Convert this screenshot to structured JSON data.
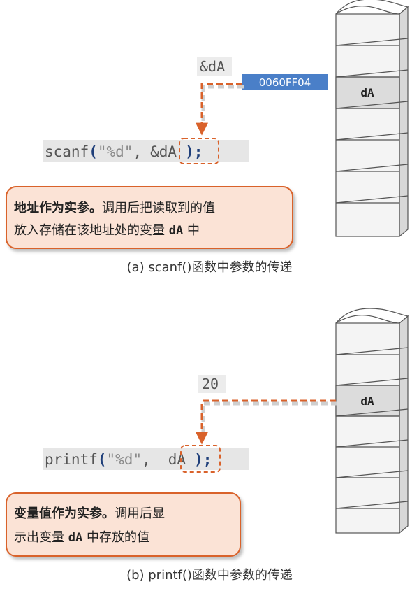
{
  "part_a": {
    "pointer_label": "&dA",
    "address": "0060FF04",
    "cell_label": "dA",
    "code": {
      "fn": "scanf",
      "open": "(",
      "format": "\"%d\"",
      "comma": ",",
      "amp": "&",
      "var": "dA",
      "close": ");"
    },
    "note": {
      "line1_bold": "地址作为实参。",
      "line1_rest": "调用后把读取到的值",
      "line2_pre": "放入存储在该地址处的变量 ",
      "line2_var": "dA",
      "line2_post": " 中"
    },
    "caption": "(a) scanf()函数中参数的传递"
  },
  "part_b": {
    "value_label": "20",
    "cell_label": "dA",
    "code": {
      "fn": "printf",
      "open": "(",
      "format": "\"%d\"",
      "comma": ",",
      "var": "dA",
      "close": ");"
    },
    "note": {
      "line1_bold": "变量值作为实参。",
      "line1_rest": "调用后显",
      "line2_pre": "示出变量 ",
      "line2_var": "dA",
      "line2_post": " 中存放的值"
    },
    "caption": "(b) printf()函数中参数的传递"
  },
  "colors": {
    "arrow": "#d9622b",
    "shadow_line": "#cfcfcf",
    "address_fill": "#4a7fc8",
    "memory_fill": "#f4f4f4",
    "highlight_cell": "#dcdcdc",
    "note_fill": "#fbe3d6",
    "note_border": "#d9622b",
    "code_bg": "#e6e6e6"
  }
}
